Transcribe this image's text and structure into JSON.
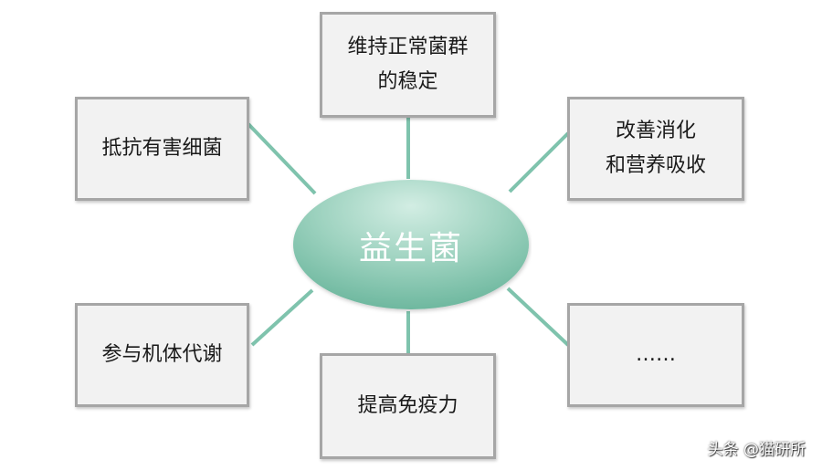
{
  "center": {
    "label": "益生菌"
  },
  "boxes": [
    {
      "id": "balance",
      "label": "维持正常菌群\n的稳定"
    },
    {
      "id": "resist",
      "label": "抵抗有害细菌"
    },
    {
      "id": "digest",
      "label": "改善消化\n和营养吸收"
    },
    {
      "id": "metabolism",
      "label": "参与机体代谢"
    },
    {
      "id": "immunity",
      "label": "提高免疫力"
    },
    {
      "id": "more",
      "label": "……"
    }
  ],
  "watermark": "头条 @猫研所",
  "colors": {
    "connector": "#7fc3ad",
    "ellipse_fill_light": "#d2ede3",
    "ellipse_fill_dark": "#6eb89f",
    "box_border": "#a6a6a6",
    "box_fill": "#f2f2f2"
  }
}
